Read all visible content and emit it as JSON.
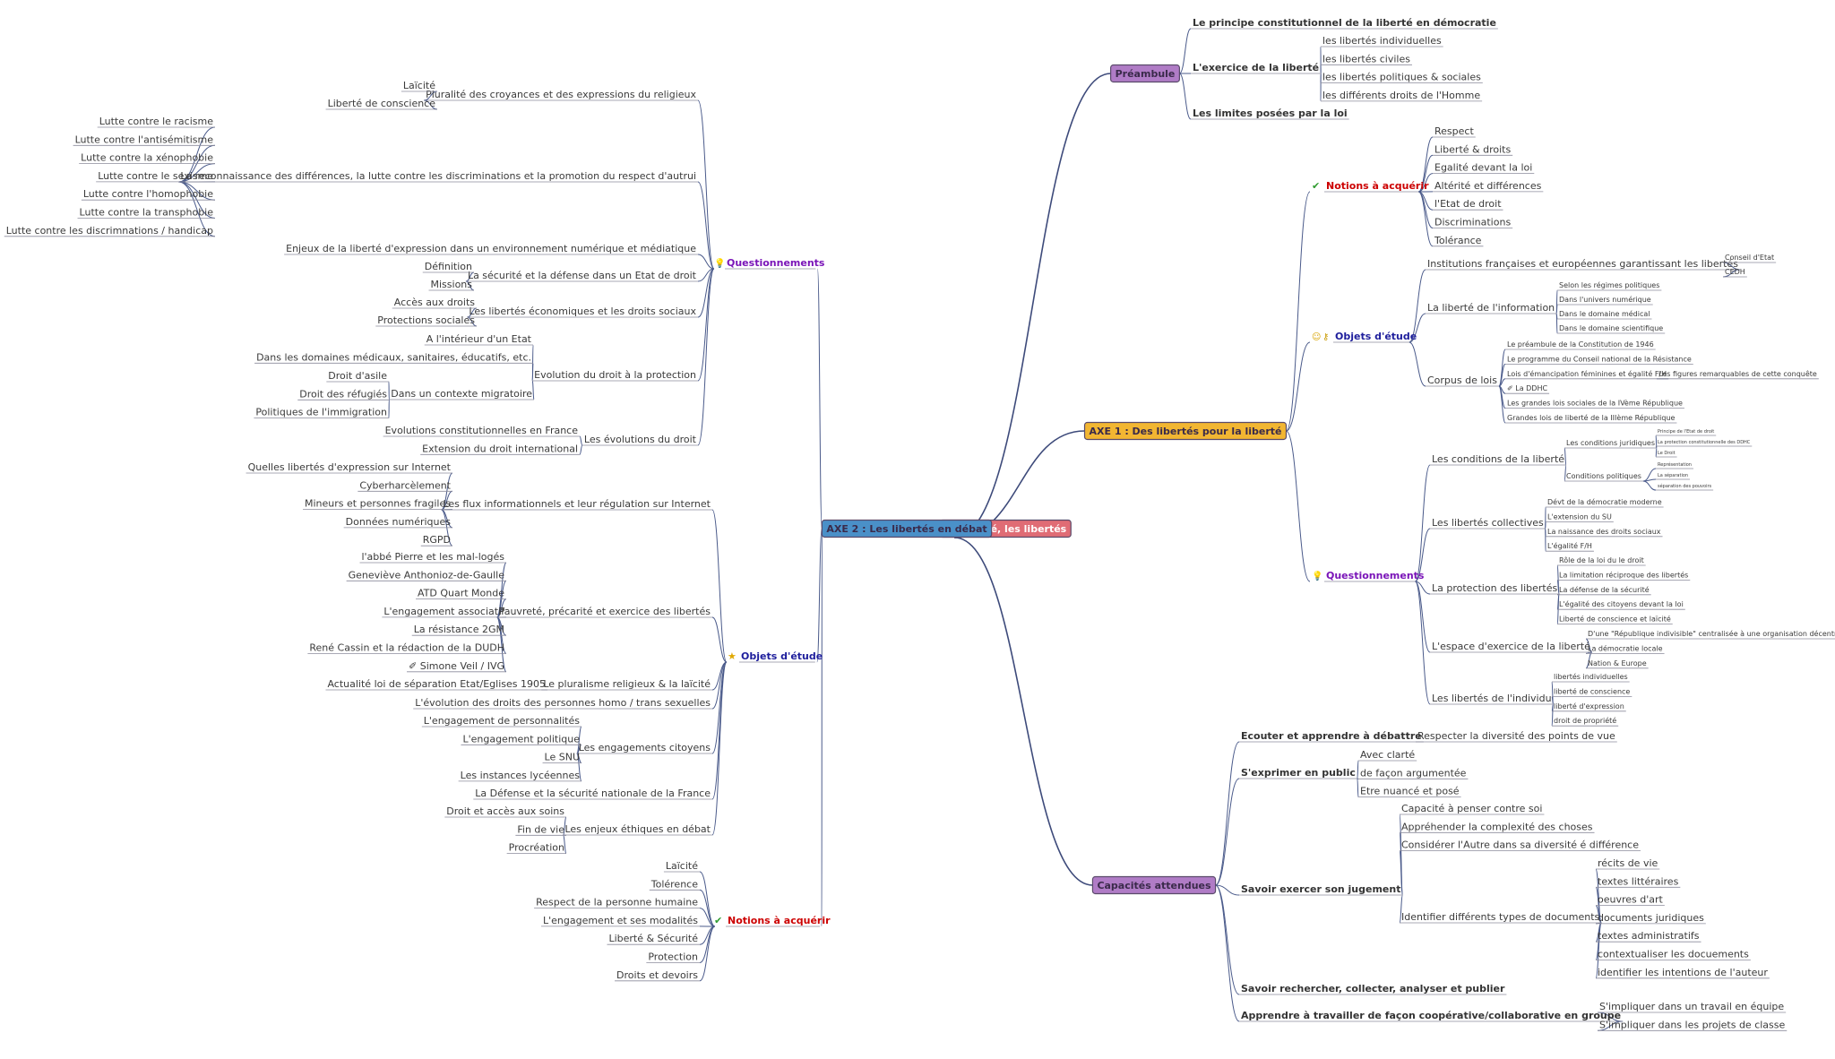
{
  "colors": {
    "central": "#e06c75",
    "axe1": "#f2b632",
    "axe2": "#4a90c8",
    "preambule": "#b07cc6",
    "capacites": "#b07cc6",
    "edge": "#3d4a7a",
    "notions": "#cc0000",
    "questions": "#7a14b8",
    "objets": "#1e1e9c"
  },
  "central": "La liberté, les libertés",
  "axe1": "AXE 1 : Des libertés pour la liberté",
  "axe2": "AXE 2 : Les libertés en débat",
  "preambule": {
    "label": "Préambule",
    "items": [
      {
        "label": "Le principe constitutionnel de la liberté en démocratie",
        "children": []
      },
      {
        "label": "L'exercice de la liberté",
        "children": [
          "les libertés individuelles",
          "les libertés civiles",
          "les libertés politiques & sociales",
          "les différents droits de l'Homme"
        ]
      },
      {
        "label": "Les limites posées par la loi",
        "children": []
      }
    ]
  },
  "axe1_notions": {
    "label": "Notions à acquérir",
    "icon": "check-icon",
    "items": [
      "Respect",
      "Liberté & droits",
      "Egalité devant la loi",
      "Altérité et différences",
      "l'Etat de droit",
      "Discriminations",
      "Tolérance"
    ]
  },
  "axe1_objets": {
    "label": "Objets d'étude",
    "icons": [
      "smiley-icon",
      "key-icon"
    ],
    "items": [
      {
        "label": "Institutions françaises et européennes garantissant les libertés",
        "children": [
          "Conseil d'Etat",
          "CEDH"
        ]
      },
      {
        "label": "La liberté de l'information",
        "children": [
          "Selon les régimes politiques",
          "Dans l'univers numérique",
          "Dans le domaine médical",
          "Dans le domaine scientifique"
        ]
      },
      {
        "label": "Corpus de lois",
        "children": [
          "Le préambule de la Constitution de 1946",
          "Le programme du Conseil national de la Résistance",
          "Lois d'émancipation féminines et égalité F/H",
          "La DDHC",
          "Les grandes lois sociales de la IVème République",
          "Grandes lois de liberté de la IIIème République"
        ],
        "sub": "Les figures remarquables de cette conquête"
      }
    ]
  },
  "axe1_questions": {
    "label": "Questionnements",
    "icon": "bulb-icon",
    "items": [
      {
        "label": "Les conditions de la liberté",
        "children": [
          {
            "label": "Les conditions juridiques",
            "children": [
              "Principe de l'Etat de droit",
              "La protection constitutionnelle des DDHC",
              "Le Droit"
            ]
          },
          {
            "label": "Conditions politiques",
            "children": [
              "Représentation",
              "La séparation",
              "séparation des pouvoirs"
            ]
          }
        ]
      },
      {
        "label": "Les libertés collectives",
        "children": [
          "Dévt de la démocratie moderne",
          "L'extension du SU",
          "La naissance des droits sociaux",
          "L'égalité F/H"
        ]
      },
      {
        "label": "La protection des libertés",
        "children": [
          "Rôle de la loi du le droit",
          "La limitation réciproque des libertés",
          "La défense de la sécurité",
          "L'égalité des citoyens devant la loi",
          "Liberté de conscience et laïcité"
        ]
      },
      {
        "label": "L'espace d'exercice de la liberté",
        "children": [
          "D'une \"République indivisible\" centralisée à une organisation décentralisée",
          "La démocratie locale",
          "Nation & Europe"
        ]
      },
      {
        "label": "Les libertés de l'individu",
        "children": [
          "libertés individuelles",
          "liberté de conscience",
          "liberté d'expression",
          "droit de propriété"
        ]
      }
    ]
  },
  "capacites": {
    "label": "Capacités attendues",
    "items": [
      {
        "label": "Ecouter et apprendre à débattre",
        "children": [
          "Respecter la diversité des points de vue"
        ]
      },
      {
        "label": "S'exprimer en public",
        "children": [
          "Avec clarté",
          "de façon argumentée",
          "Etre nuancé et posé"
        ]
      },
      {
        "label": "Savoir exercer son jugement",
        "children": [
          "Capacité à penser contre soi",
          "Appréhender la complexité des choses",
          "Considérer l'Autre dans sa diversité é différence"
        ],
        "sub": {
          "label": "Identifier différents types de documents",
          "children": [
            "récits de vie",
            "textes littéraires",
            "oeuvres d'art",
            "documents juridiques",
            "textes administratifs",
            "contextualiser les docuements",
            "identifier les intentions de l'auteur"
          ]
        }
      },
      {
        "label": "Savoir rechercher, collecter, analyser et publier",
        "children": []
      },
      {
        "label": "Apprendre à travailler de façon coopérative/collaborative en groupe",
        "children": [
          "S'impliquer dans un travail en équipe",
          "S'impliquer dans les projets de classe"
        ]
      }
    ]
  },
  "axe2_questions": {
    "label": "Questionnements",
    "icon": "bulb-icon",
    "items": [
      {
        "label": "Pluralité des croyances et des expressions du religieux",
        "children": [
          "Laïcité",
          "Liberté de conscience"
        ]
      },
      {
        "label": "La reconnaissance des différences, la lutte contre les discriminations et la promotion du respect d'autrui",
        "children": [
          "Lutte contre le racisme",
          "Lutte contre l'antisémitisme",
          "Lutte contre la xénophobie",
          "Lutte contre le sexisme",
          "Lutte contre l'homophobie",
          "Lutte contre la transphobie",
          "Lutte contre les discrimnations / handicap"
        ]
      },
      {
        "label": "Enjeux de la liberté d'expression dans un environnement numérique et médiatique",
        "children": []
      },
      {
        "label": "La sécurité et la défense dans un Etat de droit",
        "children": [
          "Définition",
          "Missions"
        ]
      },
      {
        "label": "Les libertés économiques et les droits sociaux",
        "children": [
          "Accès aux droits",
          "Protections sociales"
        ]
      },
      {
        "label": "Evolution du droit à la protection",
        "children": [
          "A l'intérieur d'un Etat",
          "Dans les domaines médicaux, sanitaires, éducatifs, etc."
        ],
        "sub": {
          "label": "Dans un contexte migratoire",
          "children": [
            "Droit d'asile",
            "Droit des réfugiés",
            "Politiques de l'immigration"
          ]
        }
      },
      {
        "label": "Les évolutions du droit",
        "children": [
          "Evolutions constitutionnelles en France",
          "Extension du droit international"
        ]
      }
    ]
  },
  "axe2_objets": {
    "label": "Objets d'étude",
    "icon": "star-icon",
    "items": [
      {
        "label": "Les flux informationnels et leur régulation sur Internet",
        "children": [
          "Quelles libertés d'expression sur Internet",
          "Cyberharcèlement",
          "Mineurs et personnes fragiles",
          "Données numériques",
          "RGPD"
        ]
      },
      {
        "label": "Pauvreté, précarité et exercice des libertés",
        "children": [
          "l'abbé Pierre et les mal-logés",
          "Geneviève Anthonioz-de-Gaulle",
          "ATD Quart Monde",
          "L'engagement associatif",
          "La résistance 2GM",
          "René Cassin et la rédaction de la DUDH",
          "Simone Veil / IVG"
        ]
      },
      {
        "label": "Le pluralisme religieux & la laïcité",
        "children": [
          "Actualité loi de séparation Etat/Eglises 1905"
        ]
      },
      {
        "label": "L'évolution des droits des personnes homo / trans sexuelles",
        "children": []
      },
      {
        "label": "Les engagements citoyens",
        "children": [
          "L'engagement de personnalités",
          "L'engagement politique",
          "Le SNU",
          "Les instances lycéennes"
        ]
      },
      {
        "label": "La Défense et la sécurité nationale de la France",
        "children": []
      },
      {
        "label": "Les enjeux éthiques en débat",
        "children": [
          "Droit et accès aux soins",
          "Fin de vie",
          "Procréation"
        ]
      }
    ]
  },
  "axe2_notions": {
    "label": "Notions à acquérir",
    "icon": "check-icon",
    "items": [
      "Laïcité",
      "Tolérence",
      "Respect de la personne humaine",
      "L'engagement et ses modalités",
      "Liberté & Sécurité",
      "Protection",
      "Droits et devoirs"
    ]
  }
}
